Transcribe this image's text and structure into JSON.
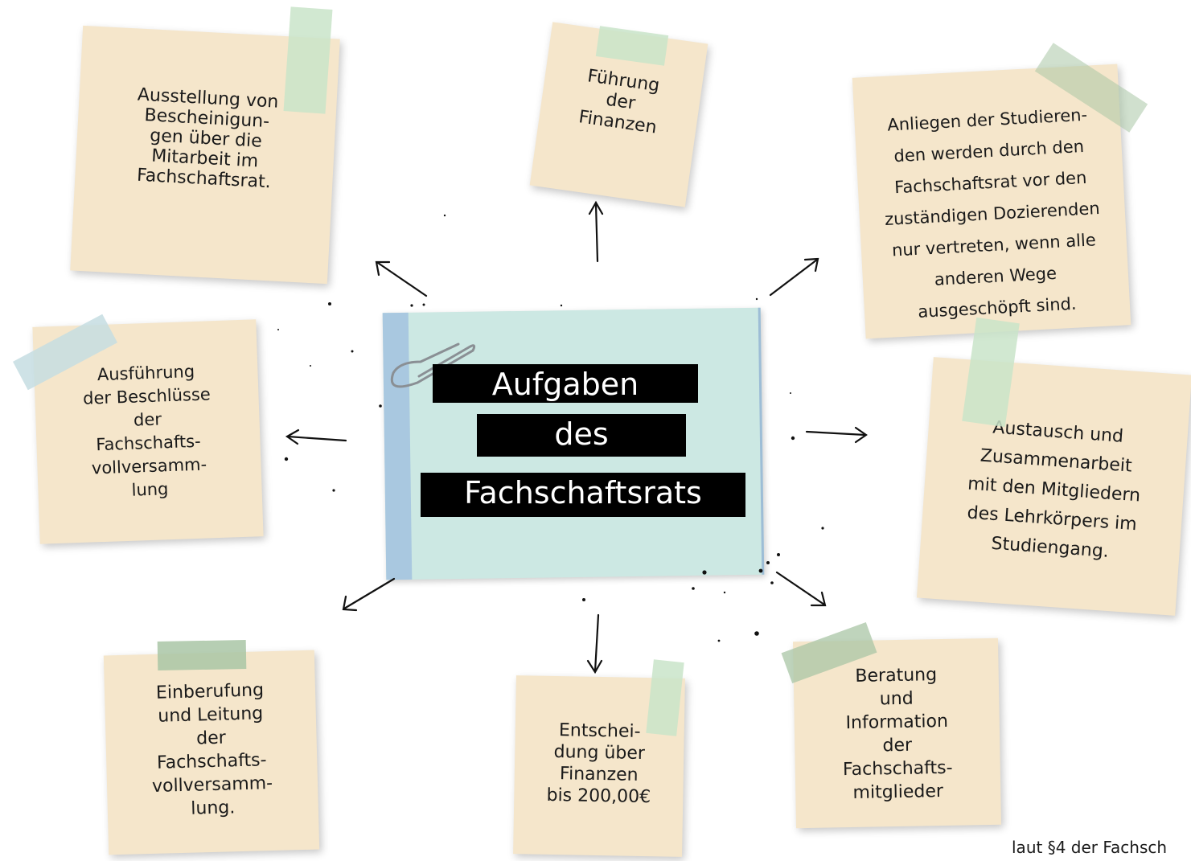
{
  "title": {
    "line1": "Aufgaben",
    "line2": "des",
    "line3": "Fachschaftsrats"
  },
  "notes": {
    "bescheinigungen": "Ausstellung von\nBescheinigun-\ngen über die\nMitarbeit im\nFachschaftsrat.",
    "finanzen_fuehrung": "Führung\nder\nFinanzen",
    "anliegen": "Anliegen der Studieren-\nden werden durch den\nFachschaftsrat vor den\nzuständigen Dozierenden\nnur vertreten, wenn alle\nanderen Wege\nausgeschöpft sind.",
    "beschluesse": "Ausführung\nder Beschlüsse\nder\nFachschafts-\nvollversamm-\nlung",
    "austausch": "Austausch und\nZusammenarbeit\nmit den Mitgliedern\ndes Lehrkörpers im\nStudiengang.",
    "einberufung": "Einberufung\nund Leitung\nder\nFachschafts-\nvollversamm-\nlung.",
    "entscheidung": "Entschei-\ndung über\nFinanzen\nbis 200,00€",
    "beratung": "Beratung\nund\nInformation\nder\nFachschafts-\nmitglieder"
  },
  "footer": "laut §4 der Fachsch",
  "colors": {
    "note": "#f5e6cb",
    "central": "#cce8e3",
    "spine": "#a9c8e0",
    "title_bar": "#000000",
    "tape_green": "#c9e4c9",
    "tape_blue": "#c6dde2",
    "tape_sage": "#a9c6a6"
  }
}
